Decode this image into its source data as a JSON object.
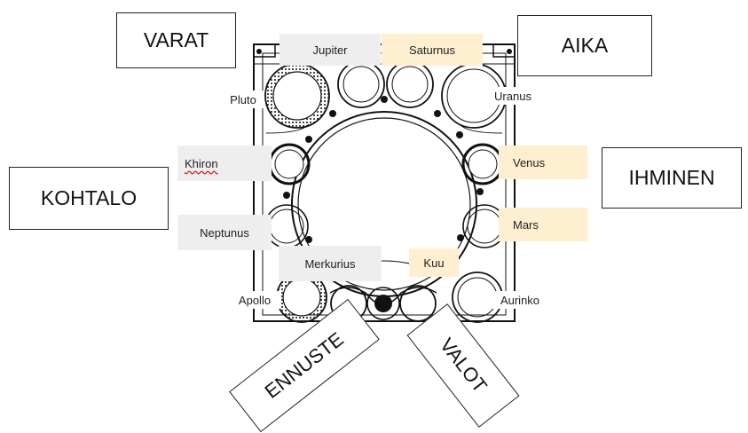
{
  "corner_labels": {
    "varat": "VARAT",
    "aika": "AIKA",
    "kohtalo": "KOHTALO",
    "ihminen": "IHMINEN"
  },
  "planets": {
    "jupiter": "Jupiter",
    "saturnus": "Saturnus",
    "pluto": "Pluto",
    "uranus": "Uranus",
    "khiron": "Khiron",
    "venus": "Venus",
    "neptunus": "Neptunus",
    "mars": "Mars",
    "merkurius": "Merkurius",
    "kuu": "Kuu",
    "apollo": "Apollo",
    "aurinko": "Aurinko"
  },
  "tilted_labels": {
    "ennuste": "ENNUSTE",
    "valot": "VALOT"
  },
  "colors": {
    "gray_label": "#eeeeee",
    "cream_label": "#fdefd0",
    "line": "#111111"
  }
}
